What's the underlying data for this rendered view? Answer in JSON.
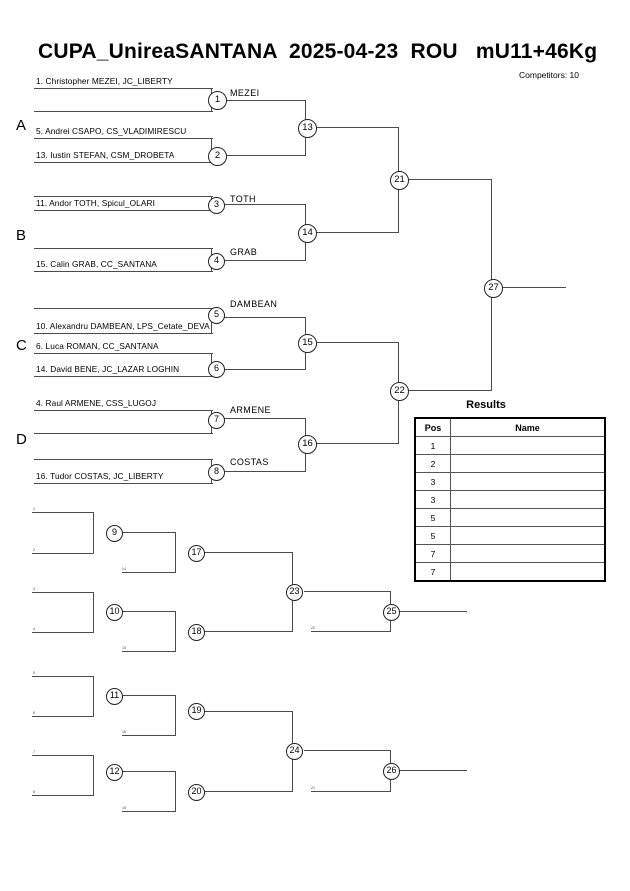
{
  "header": {
    "title": "CUPA_UnireaSANTANA  2025-04-23  ROU   mU11+46Kg",
    "competitors_label": "Competitors: 10"
  },
  "groups": [
    {
      "letter": "A"
    },
    {
      "letter": "B"
    },
    {
      "letter": "C"
    },
    {
      "letter": "D"
    }
  ],
  "entrants": [
    {
      "label": "1. Christopher MEZEI, JC_LIBERTY"
    },
    {
      "label": "5. Andrei CSAPO, CS_VLADIMIRESCU"
    },
    {
      "label": "13. Iustin STEFAN, CSM_DROBETA"
    },
    {
      "label": "11. Andor TOTH, Spicul_OLARI"
    },
    {
      "label": "15. Calin GRAB, CC_SANTANA"
    },
    {
      "label": "10. Alexandru DAMBEAN, LPS_Cetate_DEVA"
    },
    {
      "label": "6. Luca ROMAN, CC_SANTANA"
    },
    {
      "label": "14. David BENE, JC_LAZAR LOGHIN"
    },
    {
      "label": "4. Raul ARMENE, CSS_LUGOJ"
    },
    {
      "label": "16. Tudor COSTAS, JC_LIBERTY"
    }
  ],
  "winners": [
    {
      "label": "MEZEI"
    },
    {
      "label": "TOTH"
    },
    {
      "label": "GRAB"
    },
    {
      "label": "DAMBEAN"
    },
    {
      "label": "ARMENE"
    },
    {
      "label": "COSTAS"
    }
  ],
  "main_nodes": [
    {
      "n": "1"
    },
    {
      "n": "2"
    },
    {
      "n": "3"
    },
    {
      "n": "4"
    },
    {
      "n": "5"
    },
    {
      "n": "6"
    },
    {
      "n": "7"
    },
    {
      "n": "8"
    },
    {
      "n": "13"
    },
    {
      "n": "14"
    },
    {
      "n": "15"
    },
    {
      "n": "16"
    },
    {
      "n": "21"
    },
    {
      "n": "22"
    },
    {
      "n": "27"
    }
  ],
  "repechage_nodes": [
    {
      "n": "9"
    },
    {
      "n": "10"
    },
    {
      "n": "11"
    },
    {
      "n": "12"
    },
    {
      "n": "17"
    },
    {
      "n": "18"
    },
    {
      "n": "19"
    },
    {
      "n": "20"
    },
    {
      "n": "23"
    },
    {
      "n": "24"
    },
    {
      "n": "25"
    },
    {
      "n": "26"
    }
  ],
  "feed_labels": [
    {
      "t": "1"
    },
    {
      "t": "2"
    },
    {
      "t": "14"
    },
    {
      "t": "3"
    },
    {
      "t": "4"
    },
    {
      "t": "13"
    },
    {
      "t": "5"
    },
    {
      "t": "6"
    },
    {
      "t": "16"
    },
    {
      "t": "7"
    },
    {
      "t": "8"
    },
    {
      "t": "15"
    },
    {
      "t": "22"
    },
    {
      "t": "21"
    }
  ],
  "results": {
    "title": "Results",
    "columns": [
      "Pos",
      "Name"
    ],
    "rows": [
      {
        "pos": "1",
        "name": ""
      },
      {
        "pos": "2",
        "name": ""
      },
      {
        "pos": "3",
        "name": ""
      },
      {
        "pos": "3",
        "name": ""
      },
      {
        "pos": "5",
        "name": ""
      },
      {
        "pos": "5",
        "name": ""
      },
      {
        "pos": "7",
        "name": ""
      },
      {
        "pos": "7",
        "name": ""
      }
    ]
  }
}
